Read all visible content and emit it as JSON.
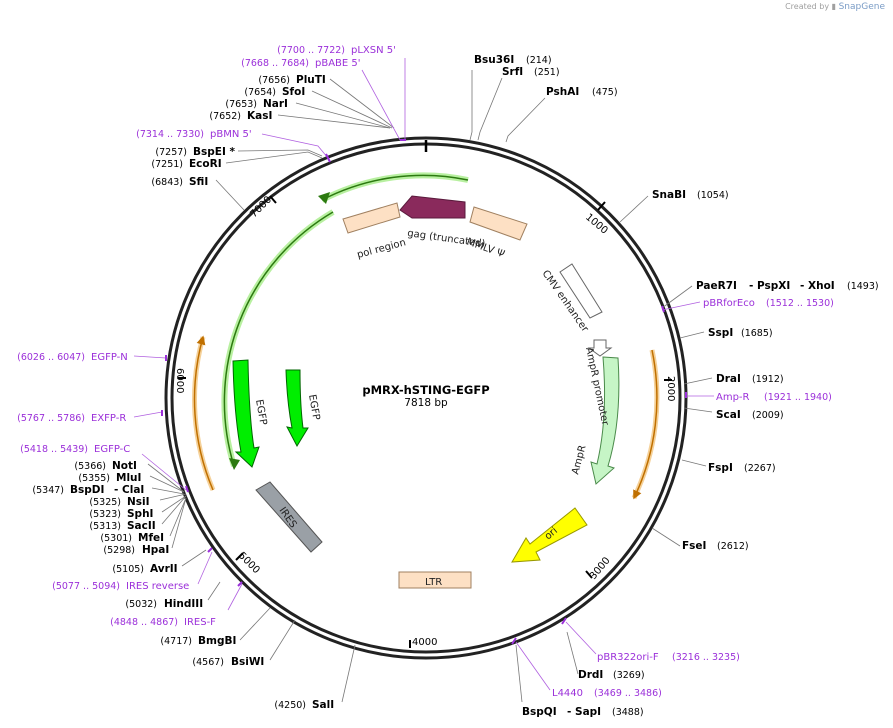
{
  "credit": {
    "prefix": "Created by",
    "brand": "SnapGene"
  },
  "plasmid": {
    "name": "pMRX-hSTING-EGFP",
    "length_label": "7818 bp",
    "length": 7818
  },
  "ticks": [
    "1000",
    "2000",
    "3000",
    "4000",
    "5000",
    "6000",
    "7000"
  ],
  "sites": [
    {
      "name": "Bsu36I",
      "pos": "(214)"
    },
    {
      "name": "SrfI",
      "pos": "(251)"
    },
    {
      "name": "PshAI",
      "pos": "(475)"
    },
    {
      "name": "SnaBI",
      "pos": "(1054)"
    },
    {
      "name": "PaeR7I",
      "pos": "(1493)",
      "extra": [
        "- PspXI",
        "- XhoI"
      ]
    },
    {
      "name": "SspI",
      "pos": "(1685)"
    },
    {
      "name": "DraI",
      "pos": "(1912)"
    },
    {
      "name": "ScaI",
      "pos": "(2009)"
    },
    {
      "name": "FspI",
      "pos": "(2267)"
    },
    {
      "name": "FseI",
      "pos": "(2612)"
    },
    {
      "name": "DrdI",
      "pos": "(3269)"
    },
    {
      "name": "BspQI",
      "pos": "(3488)",
      "extra": [
        "- SapI"
      ]
    },
    {
      "name": "SalI",
      "pos": "(4250)"
    },
    {
      "name": "BsiWI",
      "pos": "(4567)"
    },
    {
      "name": "BmgBI",
      "pos": "(4717)"
    },
    {
      "name": "HindIII",
      "pos": "(5032)"
    },
    {
      "name": "AvrII",
      "pos": "(5105)"
    },
    {
      "name": "HpaI",
      "pos": "(5298)"
    },
    {
      "name": "MfeI",
      "pos": "(5301)"
    },
    {
      "name": "SacII",
      "pos": "(5313)"
    },
    {
      "name": "SphI",
      "pos": "(5323)"
    },
    {
      "name": "NsiI",
      "pos": "(5325)"
    },
    {
      "name": "BspDI",
      "pos": "(5347)",
      "extra": [
        "- ClaI"
      ]
    },
    {
      "name": "MluI",
      "pos": "(5355)"
    },
    {
      "name": "NotI",
      "pos": "(5366)"
    },
    {
      "name": "SfiI",
      "pos": "(6843)"
    },
    {
      "name": "EcoRI",
      "pos": "(7251)"
    },
    {
      "name": "BspEI *",
      "pos": "(7257)"
    },
    {
      "name": "KasI",
      "pos": "(7652)"
    },
    {
      "name": "NarI",
      "pos": "(7653)"
    },
    {
      "name": "SfoI",
      "pos": "(7654)"
    },
    {
      "name": "PluTI",
      "pos": "(7656)"
    }
  ],
  "primers": [
    {
      "name": "pLXSN 5'",
      "pos": "(7700 .. 7722)"
    },
    {
      "name": "pBABE 5'",
      "pos": "(7668 .. 7684)"
    },
    {
      "name": "pBMN 5'",
      "pos": "(7314 .. 7330)"
    },
    {
      "name": "pBRforEco",
      "pos": "(1512 .. 1530)"
    },
    {
      "name": "Amp-R",
      "pos": "(1921 .. 1940)"
    },
    {
      "name": "pBR322ori-F",
      "pos": "(3216 .. 3235)"
    },
    {
      "name": "L4440",
      "pos": "(3469 .. 3486)"
    },
    {
      "name": "EGFP-N",
      "pos": "(6026 .. 6047)"
    },
    {
      "name": "EXFP-R",
      "pos": "(5767 .. 5786)"
    },
    {
      "name": "EGFP-C",
      "pos": "(5418 .. 5439)"
    },
    {
      "name": "IRES reverse",
      "pos": "(5077 .. 5094)"
    },
    {
      "name": "IRES-F",
      "pos": "(4848 .. 4867)"
    }
  ],
  "features": [
    {
      "label": "gag (truncated)",
      "color": "#8a2a5c"
    },
    {
      "label": "pol region",
      "color": "#fde0c4"
    },
    {
      "label": "MMLV Ψ",
      "color": "#fde0c4"
    },
    {
      "label": "CMV enhancer",
      "color": "#ffffff"
    },
    {
      "label": "AmpR promoter",
      "color": "#ffffff"
    },
    {
      "label": "AmpR",
      "color": "#c6f5c6"
    },
    {
      "label": "ori",
      "color": "#ffff00"
    },
    {
      "label": "LTR",
      "color": "#fde0c4"
    },
    {
      "label": "IRES",
      "color": "#9aa0a6"
    },
    {
      "label": "EGFP",
      "color": "#00ee00"
    },
    {
      "label": "EGFP",
      "color": "#00ee00"
    }
  ]
}
